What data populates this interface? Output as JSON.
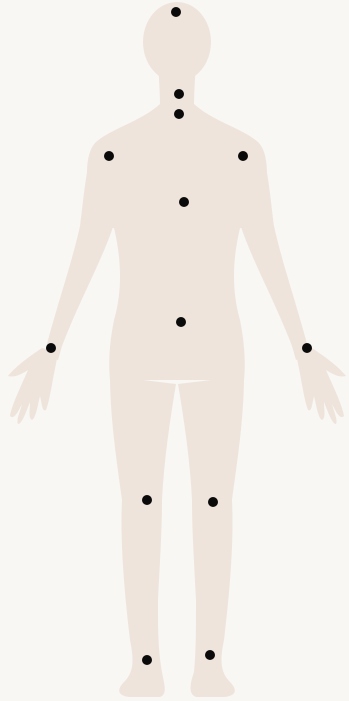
{
  "colors": {
    "background": "#f8f7f4",
    "silhouette": "#efe4db",
    "marker": "#0a0a0a"
  },
  "figure": {
    "icon": "human-body-front-silhouette",
    "markers": [
      {
        "id": "head-top"
      },
      {
        "id": "neck-upper"
      },
      {
        "id": "neck-lower"
      },
      {
        "id": "shoulder-right"
      },
      {
        "id": "shoulder-left"
      },
      {
        "id": "chest-center"
      },
      {
        "id": "pelvis-center"
      },
      {
        "id": "wrist-right"
      },
      {
        "id": "wrist-left"
      },
      {
        "id": "knee-right"
      },
      {
        "id": "knee-left"
      },
      {
        "id": "ankle-right"
      },
      {
        "id": "ankle-left"
      }
    ]
  }
}
